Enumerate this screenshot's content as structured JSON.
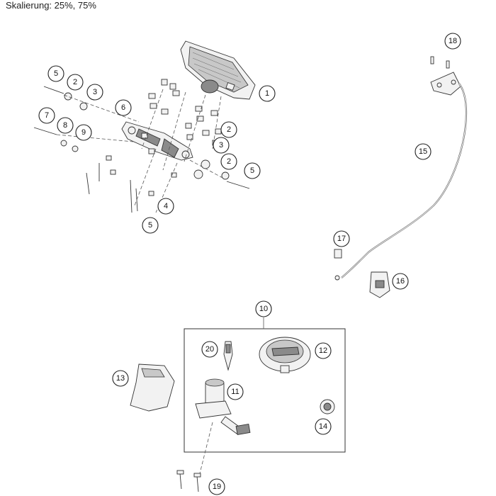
{
  "header": {
    "scaling_label": "Skalierung: 25%, 75%"
  },
  "callouts": {
    "c1": "1",
    "c2a": "2",
    "c2b": "2",
    "c2c": "2",
    "c3a": "3",
    "c3b": "3",
    "c4": "4",
    "c5a": "5",
    "c5b": "5",
    "c5c": "5",
    "c6": "6",
    "c7": "7",
    "c8": "8",
    "c9": "9",
    "c10": "10",
    "c11": "11",
    "c12": "12",
    "c13": "13",
    "c14": "14",
    "c15": "15",
    "c16": "16",
    "c17": "17",
    "c18": "18",
    "c19": "19",
    "c20": "20"
  }
}
